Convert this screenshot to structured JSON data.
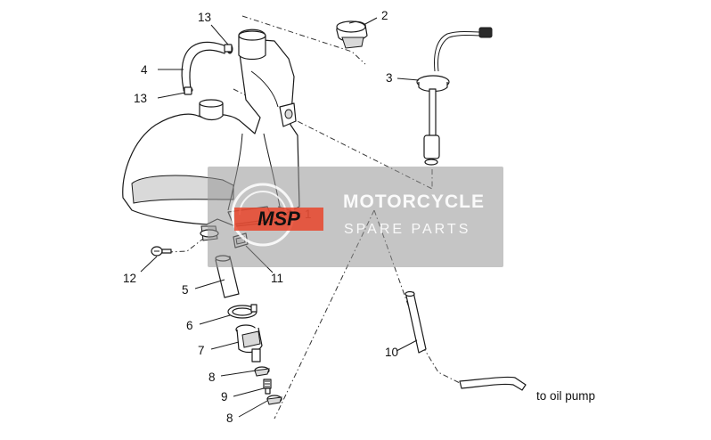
{
  "diagram": {
    "callouts": [
      {
        "id": "13a",
        "label": "13"
      },
      {
        "id": "2",
        "label": "2"
      },
      {
        "id": "4",
        "label": "4"
      },
      {
        "id": "3",
        "label": "3"
      },
      {
        "id": "13b",
        "label": "13"
      },
      {
        "id": "1",
        "label": "1"
      },
      {
        "id": "12",
        "label": "12"
      },
      {
        "id": "11",
        "label": "11"
      },
      {
        "id": "5",
        "label": "5"
      },
      {
        "id": "6",
        "label": "6"
      },
      {
        "id": "7",
        "label": "7"
      },
      {
        "id": "8a",
        "label": "8"
      },
      {
        "id": "9",
        "label": "9"
      },
      {
        "id": "8b",
        "label": "8"
      },
      {
        "id": "10",
        "label": "10"
      }
    ],
    "annotation": "to oil pump"
  },
  "watermark": {
    "logo_text": "MSP",
    "title": "MOTORCYCLE",
    "subtitle": "SPARE PARTS",
    "logo_color": "#e8442a"
  }
}
